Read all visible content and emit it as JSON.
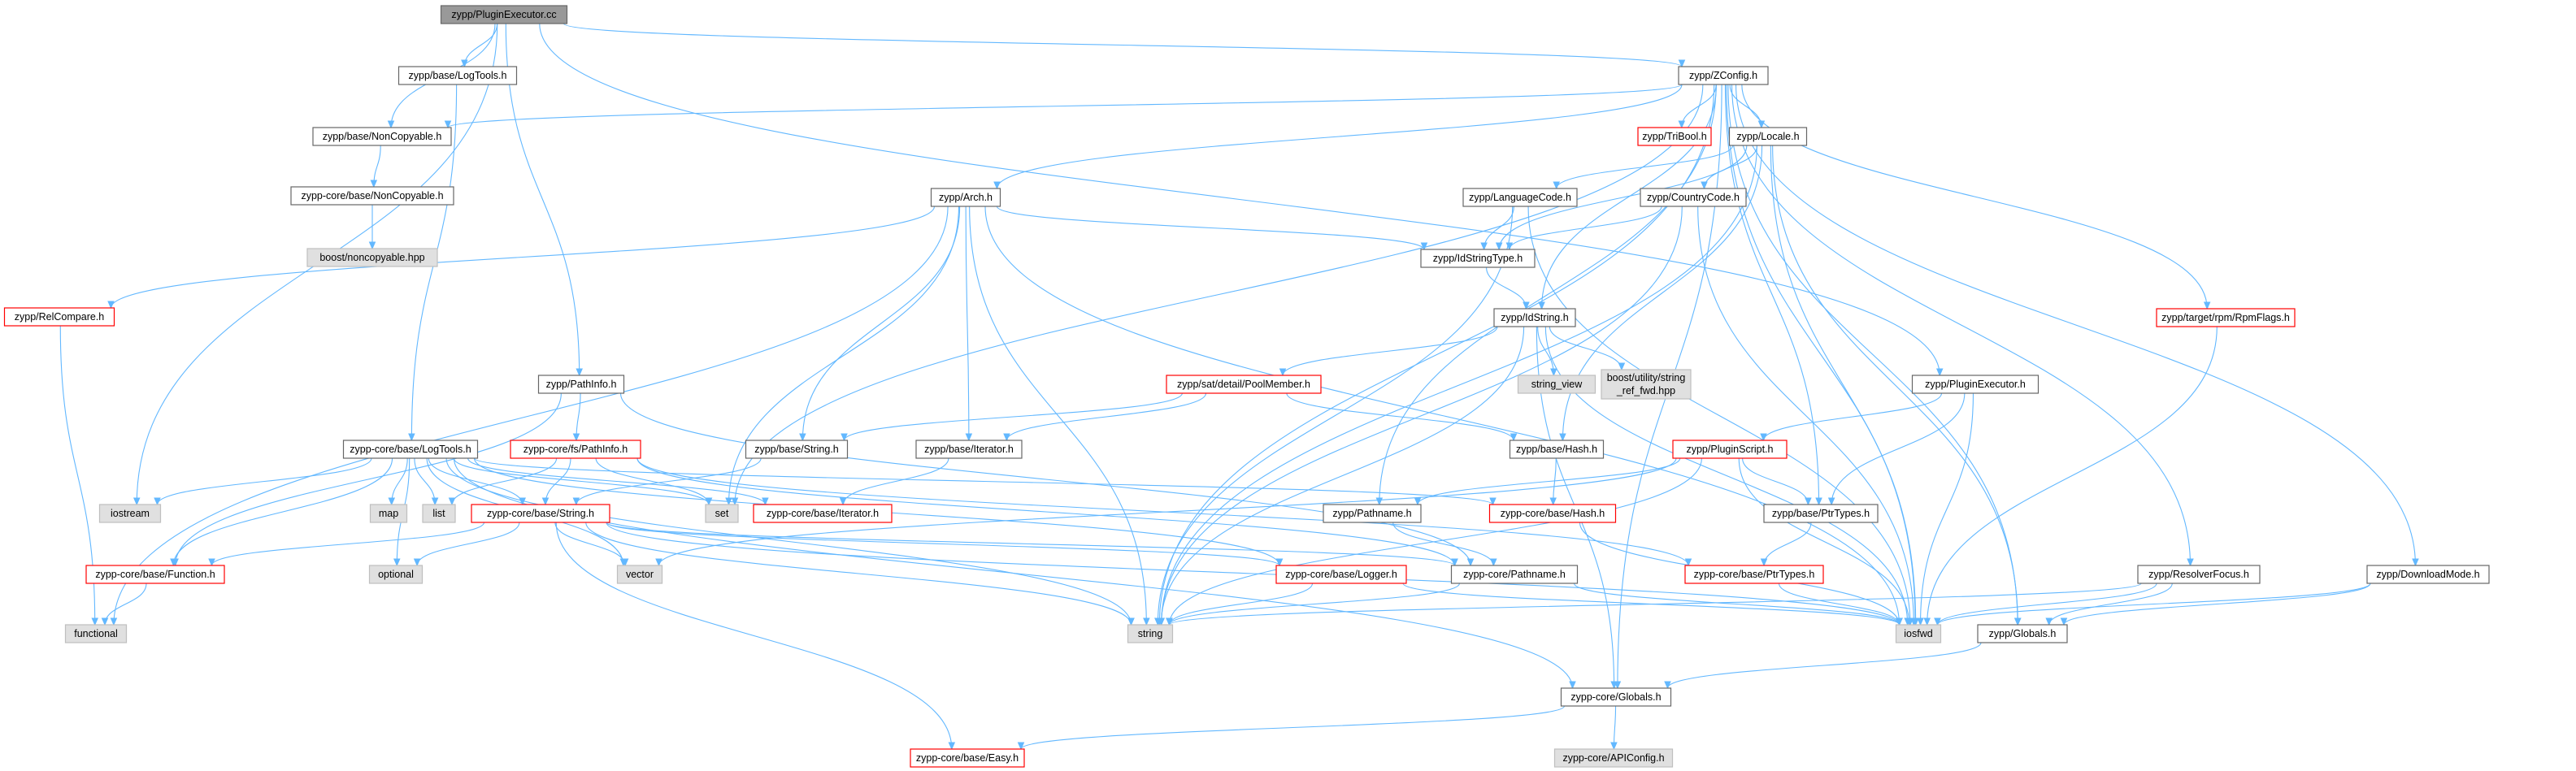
{
  "colors": {
    "edge": "#63b8ff",
    "node_border_default": "#666666",
    "node_border_truncated": "#ff0000",
    "node_border_system": "#bfbfbf",
    "node_fill_default": "#ffffff",
    "node_fill_root": "#999999",
    "node_fill_system": "#e0e0e0",
    "text": "#000000"
  },
  "nodes": [
    {
      "id": "root",
      "label": "zypp/PluginExecutor.cc",
      "kind": "root"
    },
    {
      "id": "logtools_h",
      "label": "zypp/base/LogTools.h",
      "kind": "normal"
    },
    {
      "id": "zconfig",
      "label": "zypp/ZConfig.h",
      "kind": "normal"
    },
    {
      "id": "noncopyable",
      "label": "zypp/base/NonCopyable.h",
      "kind": "normal"
    },
    {
      "id": "core_noncopyable",
      "label": "zypp-core/base/NonCopyable.h",
      "kind": "normal"
    },
    {
      "id": "boost_noncopyable",
      "label": "boost/noncopyable.hpp",
      "kind": "system"
    },
    {
      "id": "tribool",
      "label": "zypp/TriBool.h",
      "kind": "truncated"
    },
    {
      "id": "locale",
      "label": "zypp/Locale.h",
      "kind": "normal"
    },
    {
      "id": "arch",
      "label": "zypp/Arch.h",
      "kind": "normal"
    },
    {
      "id": "languagecode",
      "label": "zypp/LanguageCode.h",
      "kind": "normal"
    },
    {
      "id": "countrycode",
      "label": "zypp/CountryCode.h",
      "kind": "normal"
    },
    {
      "id": "idstringtype",
      "label": "zypp/IdStringType.h",
      "kind": "normal"
    },
    {
      "id": "relcompare",
      "label": "zypp/RelCompare.h",
      "kind": "truncated"
    },
    {
      "id": "idstring",
      "label": "zypp/IdString.h",
      "kind": "normal"
    },
    {
      "id": "rpmflags",
      "label": "zypp/target/rpm/RpmFlags.h",
      "kind": "truncated"
    },
    {
      "id": "pathinfo",
      "label": "zypp/PathInfo.h",
      "kind": "normal"
    },
    {
      "id": "poolmember",
      "label": "zypp/sat/detail/PoolMember.h",
      "kind": "truncated"
    },
    {
      "id": "string_view",
      "label": "string_view",
      "kind": "system"
    },
    {
      "id": "boost_string_ref",
      "label": [
        "boost/utility/string",
        "_ref_fwd.hpp"
      ],
      "kind": "system"
    },
    {
      "id": "pluginexecutor_h",
      "label": "zypp/PluginExecutor.h",
      "kind": "normal"
    },
    {
      "id": "core_logtools",
      "label": "zypp-core/base/LogTools.h",
      "kind": "normal"
    },
    {
      "id": "fs_pathinfo",
      "label": "zypp-core/fs/PathInfo.h",
      "kind": "truncated"
    },
    {
      "id": "base_string",
      "label": "zypp/base/String.h",
      "kind": "normal"
    },
    {
      "id": "base_iterator",
      "label": "zypp/base/Iterator.h",
      "kind": "normal"
    },
    {
      "id": "base_hash",
      "label": "zypp/base/Hash.h",
      "kind": "normal"
    },
    {
      "id": "pluginscript",
      "label": "zypp/PluginScript.h",
      "kind": "truncated"
    },
    {
      "id": "iostream",
      "label": "iostream",
      "kind": "system"
    },
    {
      "id": "map",
      "label": "map",
      "kind": "system"
    },
    {
      "id": "list",
      "label": "list",
      "kind": "system"
    },
    {
      "id": "set",
      "label": "set",
      "kind": "system"
    },
    {
      "id": "core_string",
      "label": "zypp-core/base/String.h",
      "kind": "truncated"
    },
    {
      "id": "core_iterator",
      "label": "zypp-core/base/Iterator.h",
      "kind": "truncated"
    },
    {
      "id": "core_hash",
      "label": "zypp-core/base/Hash.h",
      "kind": "truncated"
    },
    {
      "id": "pathname_h",
      "label": "zypp/Pathname.h",
      "kind": "normal"
    },
    {
      "id": "base_ptrtypes",
      "label": "zypp/base/PtrTypes.h",
      "kind": "normal"
    },
    {
      "id": "optional",
      "label": "optional",
      "kind": "system"
    },
    {
      "id": "vector",
      "label": "vector",
      "kind": "system"
    },
    {
      "id": "core_function",
      "label": "zypp-core/base/Function.h",
      "kind": "truncated"
    },
    {
      "id": "core_logger",
      "label": "zypp-core/base/Logger.h",
      "kind": "truncated"
    },
    {
      "id": "core_pathname",
      "label": "zypp-core/Pathname.h",
      "kind": "normal"
    },
    {
      "id": "core_ptrtypes",
      "label": "zypp-core/base/PtrTypes.h",
      "kind": "truncated"
    },
    {
      "id": "resolverfocus",
      "label": "zypp/ResolverFocus.h",
      "kind": "normal"
    },
    {
      "id": "downloadmode",
      "label": "zypp/DownloadMode.h",
      "kind": "normal"
    },
    {
      "id": "functional",
      "label": "functional",
      "kind": "system"
    },
    {
      "id": "string",
      "label": "string",
      "kind": "system"
    },
    {
      "id": "iosfwd",
      "label": "iosfwd",
      "kind": "system"
    },
    {
      "id": "zypp_globals",
      "label": "zypp/Globals.h",
      "kind": "normal"
    },
    {
      "id": "core_globals",
      "label": "zypp-core/Globals.h",
      "kind": "normal"
    },
    {
      "id": "core_easy",
      "label": "zypp-core/base/Easy.h",
      "kind": "truncated"
    },
    {
      "id": "core_apiconfig",
      "label": "zypp-core/APIConfig.h",
      "kind": "system"
    }
  ],
  "edges": [
    [
      "root",
      "logtools_h"
    ],
    [
      "root",
      "zconfig"
    ],
    [
      "root",
      "noncopyable"
    ],
    [
      "root",
      "iostream"
    ],
    [
      "root",
      "pathinfo"
    ],
    [
      "root",
      "pluginexecutor_h"
    ],
    [
      "logtools_h",
      "core_logtools"
    ],
    [
      "noncopyable",
      "core_noncopyable"
    ],
    [
      "core_noncopyable",
      "boost_noncopyable"
    ],
    [
      "zconfig",
      "noncopyable"
    ],
    [
      "zconfig",
      "tribool"
    ],
    [
      "zconfig",
      "locale"
    ],
    [
      "zconfig",
      "arch"
    ],
    [
      "zconfig",
      "idstring"
    ],
    [
      "zconfig",
      "set"
    ],
    [
      "zconfig",
      "string"
    ],
    [
      "zconfig",
      "rpmflags"
    ],
    [
      "zconfig",
      "pathname_h"
    ],
    [
      "zconfig",
      "base_ptrtypes"
    ],
    [
      "zconfig",
      "resolverfocus"
    ],
    [
      "zconfig",
      "downloadmode"
    ],
    [
      "zconfig",
      "zypp_globals"
    ],
    [
      "zconfig",
      "core_globals"
    ],
    [
      "zconfig",
      "iosfwd"
    ],
    [
      "locale",
      "languagecode"
    ],
    [
      "locale",
      "countrycode"
    ],
    [
      "locale",
      "idstringtype"
    ],
    [
      "locale",
      "string"
    ],
    [
      "locale",
      "base_hash"
    ],
    [
      "locale",
      "iosfwd"
    ],
    [
      "locale",
      "zypp_globals"
    ],
    [
      "arch",
      "idstringtype"
    ],
    [
      "arch",
      "relcompare"
    ],
    [
      "arch",
      "functional"
    ],
    [
      "arch",
      "base_string"
    ],
    [
      "arch",
      "base_iterator"
    ],
    [
      "arch",
      "string"
    ],
    [
      "arch",
      "set"
    ],
    [
      "arch",
      "iosfwd"
    ],
    [
      "languagecode",
      "idstringtype"
    ],
    [
      "languagecode",
      "string"
    ],
    [
      "languagecode",
      "iosfwd"
    ],
    [
      "countrycode",
      "idstringtype"
    ],
    [
      "countrycode",
      "string"
    ],
    [
      "countrycode",
      "iosfwd"
    ],
    [
      "idstringtype",
      "idstring"
    ],
    [
      "idstring",
      "poolmember"
    ],
    [
      "idstring",
      "string_view"
    ],
    [
      "idstring",
      "boost_string_ref"
    ],
    [
      "idstring",
      "string"
    ],
    [
      "idstring",
      "iosfwd"
    ],
    [
      "idstring",
      "core_globals"
    ],
    [
      "relcompare",
      "functional"
    ],
    [
      "rpmflags",
      "iosfwd"
    ],
    [
      "pathinfo",
      "fs_pathinfo"
    ],
    [
      "pathinfo",
      "core_function"
    ],
    [
      "pathinfo",
      "core_pathname"
    ],
    [
      "poolmember",
      "base_string"
    ],
    [
      "poolmember",
      "base_iterator"
    ],
    [
      "poolmember",
      "base_hash"
    ],
    [
      "pluginexecutor_h",
      "pluginscript"
    ],
    [
      "pluginexecutor_h",
      "base_ptrtypes"
    ],
    [
      "pluginexecutor_h",
      "iosfwd"
    ],
    [
      "core_logtools",
      "iostream"
    ],
    [
      "core_logtools",
      "map"
    ],
    [
      "core_logtools",
      "list"
    ],
    [
      "core_logtools",
      "set"
    ],
    [
      "core_logtools",
      "core_string"
    ],
    [
      "core_logtools",
      "core_iterator"
    ],
    [
      "core_logtools",
      "core_hash"
    ],
    [
      "core_logtools",
      "optional"
    ],
    [
      "core_logtools",
      "vector"
    ],
    [
      "core_logtools",
      "core_function"
    ],
    [
      "core_logtools",
      "core_logger"
    ],
    [
      "core_logtools",
      "string"
    ],
    [
      "core_logtools",
      "core_globals"
    ],
    [
      "fs_pathinfo",
      "list"
    ],
    [
      "fs_pathinfo",
      "set"
    ],
    [
      "fs_pathinfo",
      "core_string"
    ],
    [
      "fs_pathinfo",
      "core_pathname"
    ],
    [
      "fs_pathinfo",
      "core_ptrtypes"
    ],
    [
      "base_string",
      "core_string"
    ],
    [
      "base_iterator",
      "core_iterator"
    ],
    [
      "base_hash",
      "core_hash"
    ],
    [
      "pluginscript",
      "pathname_h"
    ],
    [
      "pluginscript",
      "base_ptrtypes"
    ],
    [
      "pluginscript",
      "vector"
    ],
    [
      "pluginscript",
      "string"
    ],
    [
      "pluginscript",
      "iosfwd"
    ],
    [
      "core_string",
      "optional"
    ],
    [
      "core_string",
      "vector"
    ],
    [
      "core_string",
      "core_function"
    ],
    [
      "core_string",
      "core_logger"
    ],
    [
      "core_string",
      "core_pathname"
    ],
    [
      "core_string",
      "string"
    ],
    [
      "core_string",
      "iosfwd"
    ],
    [
      "core_string",
      "core_easy"
    ],
    [
      "core_hash",
      "iosfwd"
    ],
    [
      "pathname_h",
      "core_pathname"
    ],
    [
      "base_ptrtypes",
      "core_ptrtypes"
    ],
    [
      "core_function",
      "functional"
    ],
    [
      "core_logger",
      "string"
    ],
    [
      "core_logger",
      "iosfwd"
    ],
    [
      "core_pathname",
      "string"
    ],
    [
      "core_pathname",
      "iosfwd"
    ],
    [
      "core_ptrtypes",
      "iosfwd"
    ],
    [
      "resolverfocus",
      "string"
    ],
    [
      "resolverfocus",
      "iosfwd"
    ],
    [
      "resolverfocus",
      "zypp_globals"
    ],
    [
      "downloadmode",
      "iosfwd"
    ],
    [
      "downloadmode",
      "zypp_globals"
    ],
    [
      "zypp_globals",
      "core_globals"
    ],
    [
      "core_globals",
      "core_apiconfig"
    ],
    [
      "core_globals",
      "core_easy"
    ]
  ]
}
